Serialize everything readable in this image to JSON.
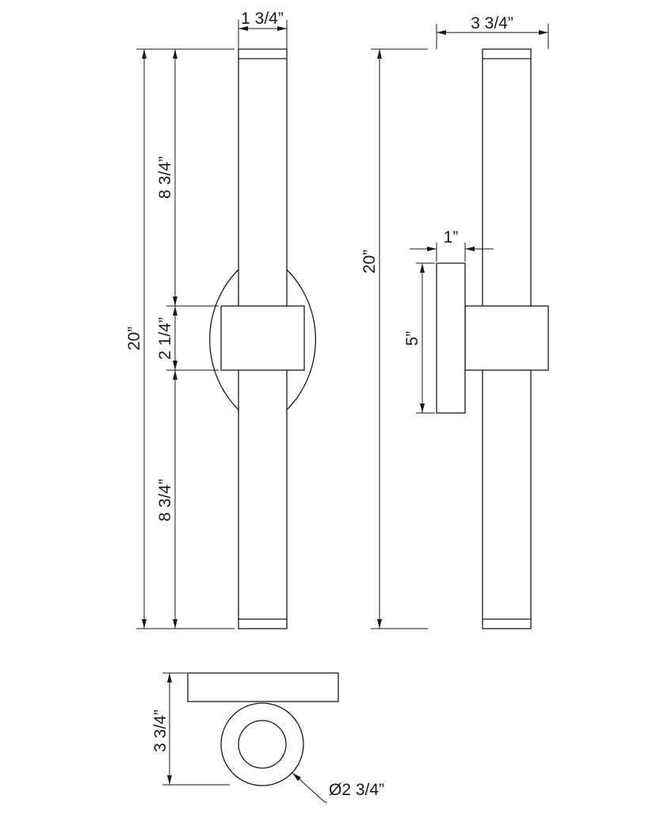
{
  "drawing": {
    "front_view": {
      "top_width": "1 3/4”",
      "upper_tube_length": "8 3/4”",
      "center_block": "2 1/4”",
      "lower_tube_length": "8 3/4”",
      "overall_height": "20”"
    },
    "side_view": {
      "overall_height": "20”",
      "overall_depth": "3 3/4”",
      "backplate_thickness": "1”",
      "backplate_height": "5”"
    },
    "top_view": {
      "projection": "3 3/4”",
      "tube_diameter": "Ø2 3/4”"
    },
    "colors": {
      "line": "#1a1a1a",
      "background": "#ffffff"
    }
  }
}
